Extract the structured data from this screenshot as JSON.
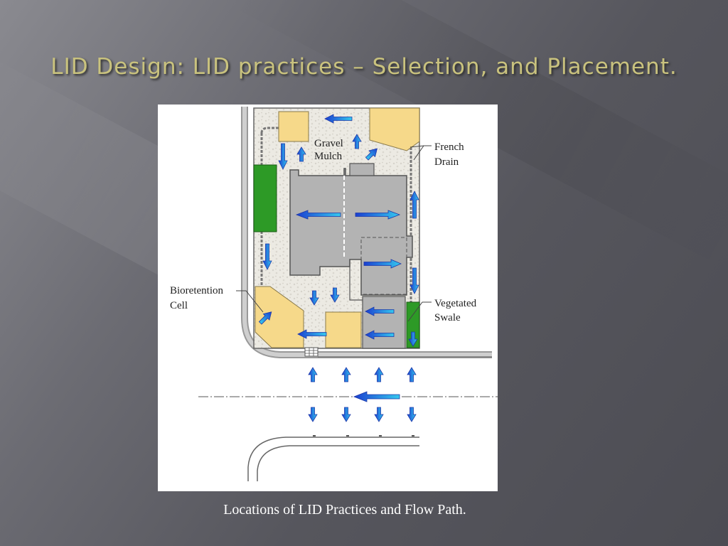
{
  "slide": {
    "title": "LID Design: LID practices – Selection, and Placement.",
    "caption": "Locations of LID Practices and Flow Path."
  },
  "diagram": {
    "labels": {
      "gravel_mulch_line1": "Gravel",
      "gravel_mulch_line2": "Mulch",
      "french_drain_line1": "French",
      "french_drain_line2": "Drain",
      "bioretention_line1": "Bioretention",
      "bioretention_line2": "Cell",
      "vegetated_swale_line1": "Vegetated",
      "vegetated_swale_line2": "Swale"
    },
    "colors": {
      "gravel": "#ece9e1",
      "building": "#b3b3b3",
      "bioretention": "#f6d98a",
      "vegetation": "#2d9a26",
      "arrow": "#2255d8"
    }
  }
}
